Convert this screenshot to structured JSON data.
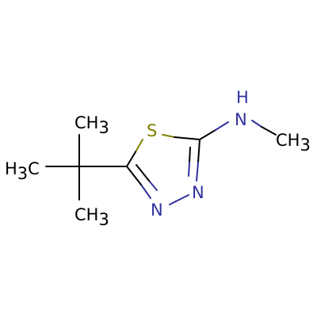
{
  "molecule": {
    "atoms": {
      "sulfur": "S",
      "nitrogen_amine": "N",
      "hydrogen_amine": "H",
      "methyl_right_main": "CH",
      "methyl_right_sub": "3",
      "nitrogen_ring_right": "N",
      "nitrogen_ring_left": "N",
      "methyl_top_main": "CH",
      "methyl_top_sub": "3",
      "methyl_left_h": "H",
      "methyl_left_sub": "3",
      "methyl_left_c": "C",
      "methyl_bottom_main": "CH",
      "methyl_bottom_sub": "3"
    },
    "colors": {
      "sulfur": "#808000",
      "nitrogen": "#3030a0",
      "carbon": "#000000",
      "bond": "#000000"
    }
  }
}
